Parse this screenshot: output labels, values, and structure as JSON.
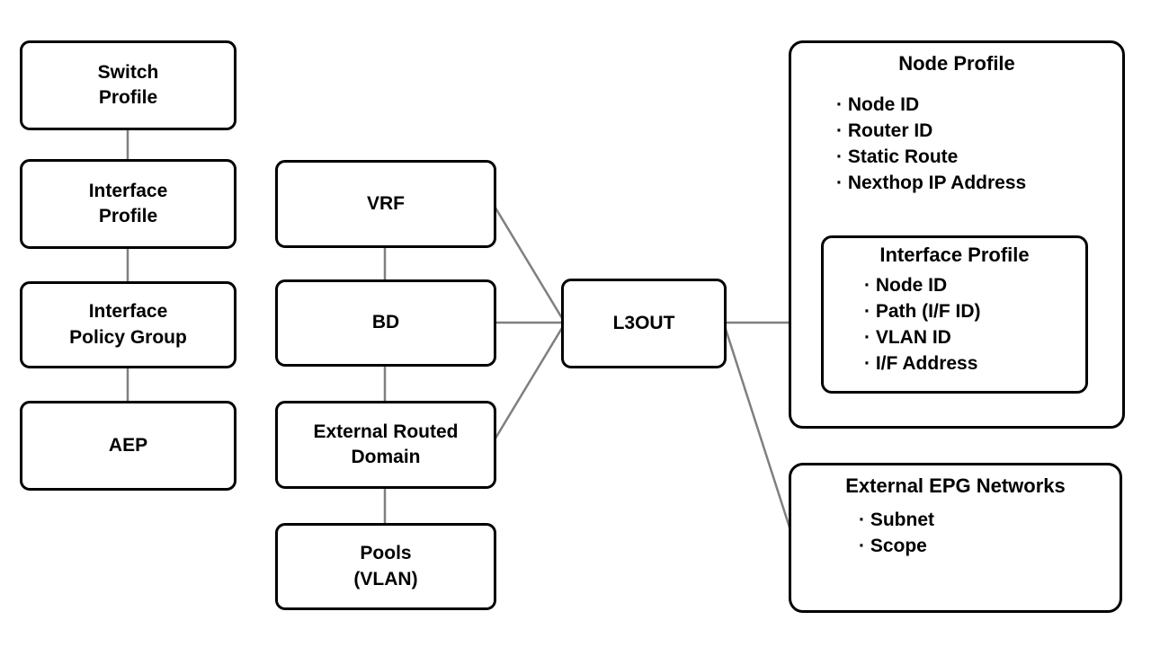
{
  "connector_color": "#7f7f7f",
  "boxes": {
    "switch_profile": {
      "label": "Switch\nProfile"
    },
    "interface_profile": {
      "label": "Interface\nProfile"
    },
    "interface_policy_group": {
      "label": "Interface\nPolicy Group"
    },
    "aep": {
      "label": "AEP"
    },
    "vrf": {
      "label": "VRF"
    },
    "bd": {
      "label": "BD"
    },
    "external_routed_domain": {
      "label": "External Routed\nDomain"
    },
    "pools": {
      "label": "Pools\n(VLAN)"
    },
    "l3out": {
      "label": "L3OUT"
    }
  },
  "node_profile": {
    "title": "Node Profile",
    "items": [
      "· Node ID",
      "· Router ID",
      "· Static Route",
      "· Nexthop IP Address"
    ],
    "interface_profile": {
      "title": "Interface Profile",
      "items": [
        "· Node ID",
        "· Path (I/F ID)",
        "· VLAN ID",
        "· I/F Address"
      ]
    }
  },
  "external_epg": {
    "title": "External EPG Networks",
    "items": [
      "· Subnet",
      "· Scope"
    ]
  }
}
